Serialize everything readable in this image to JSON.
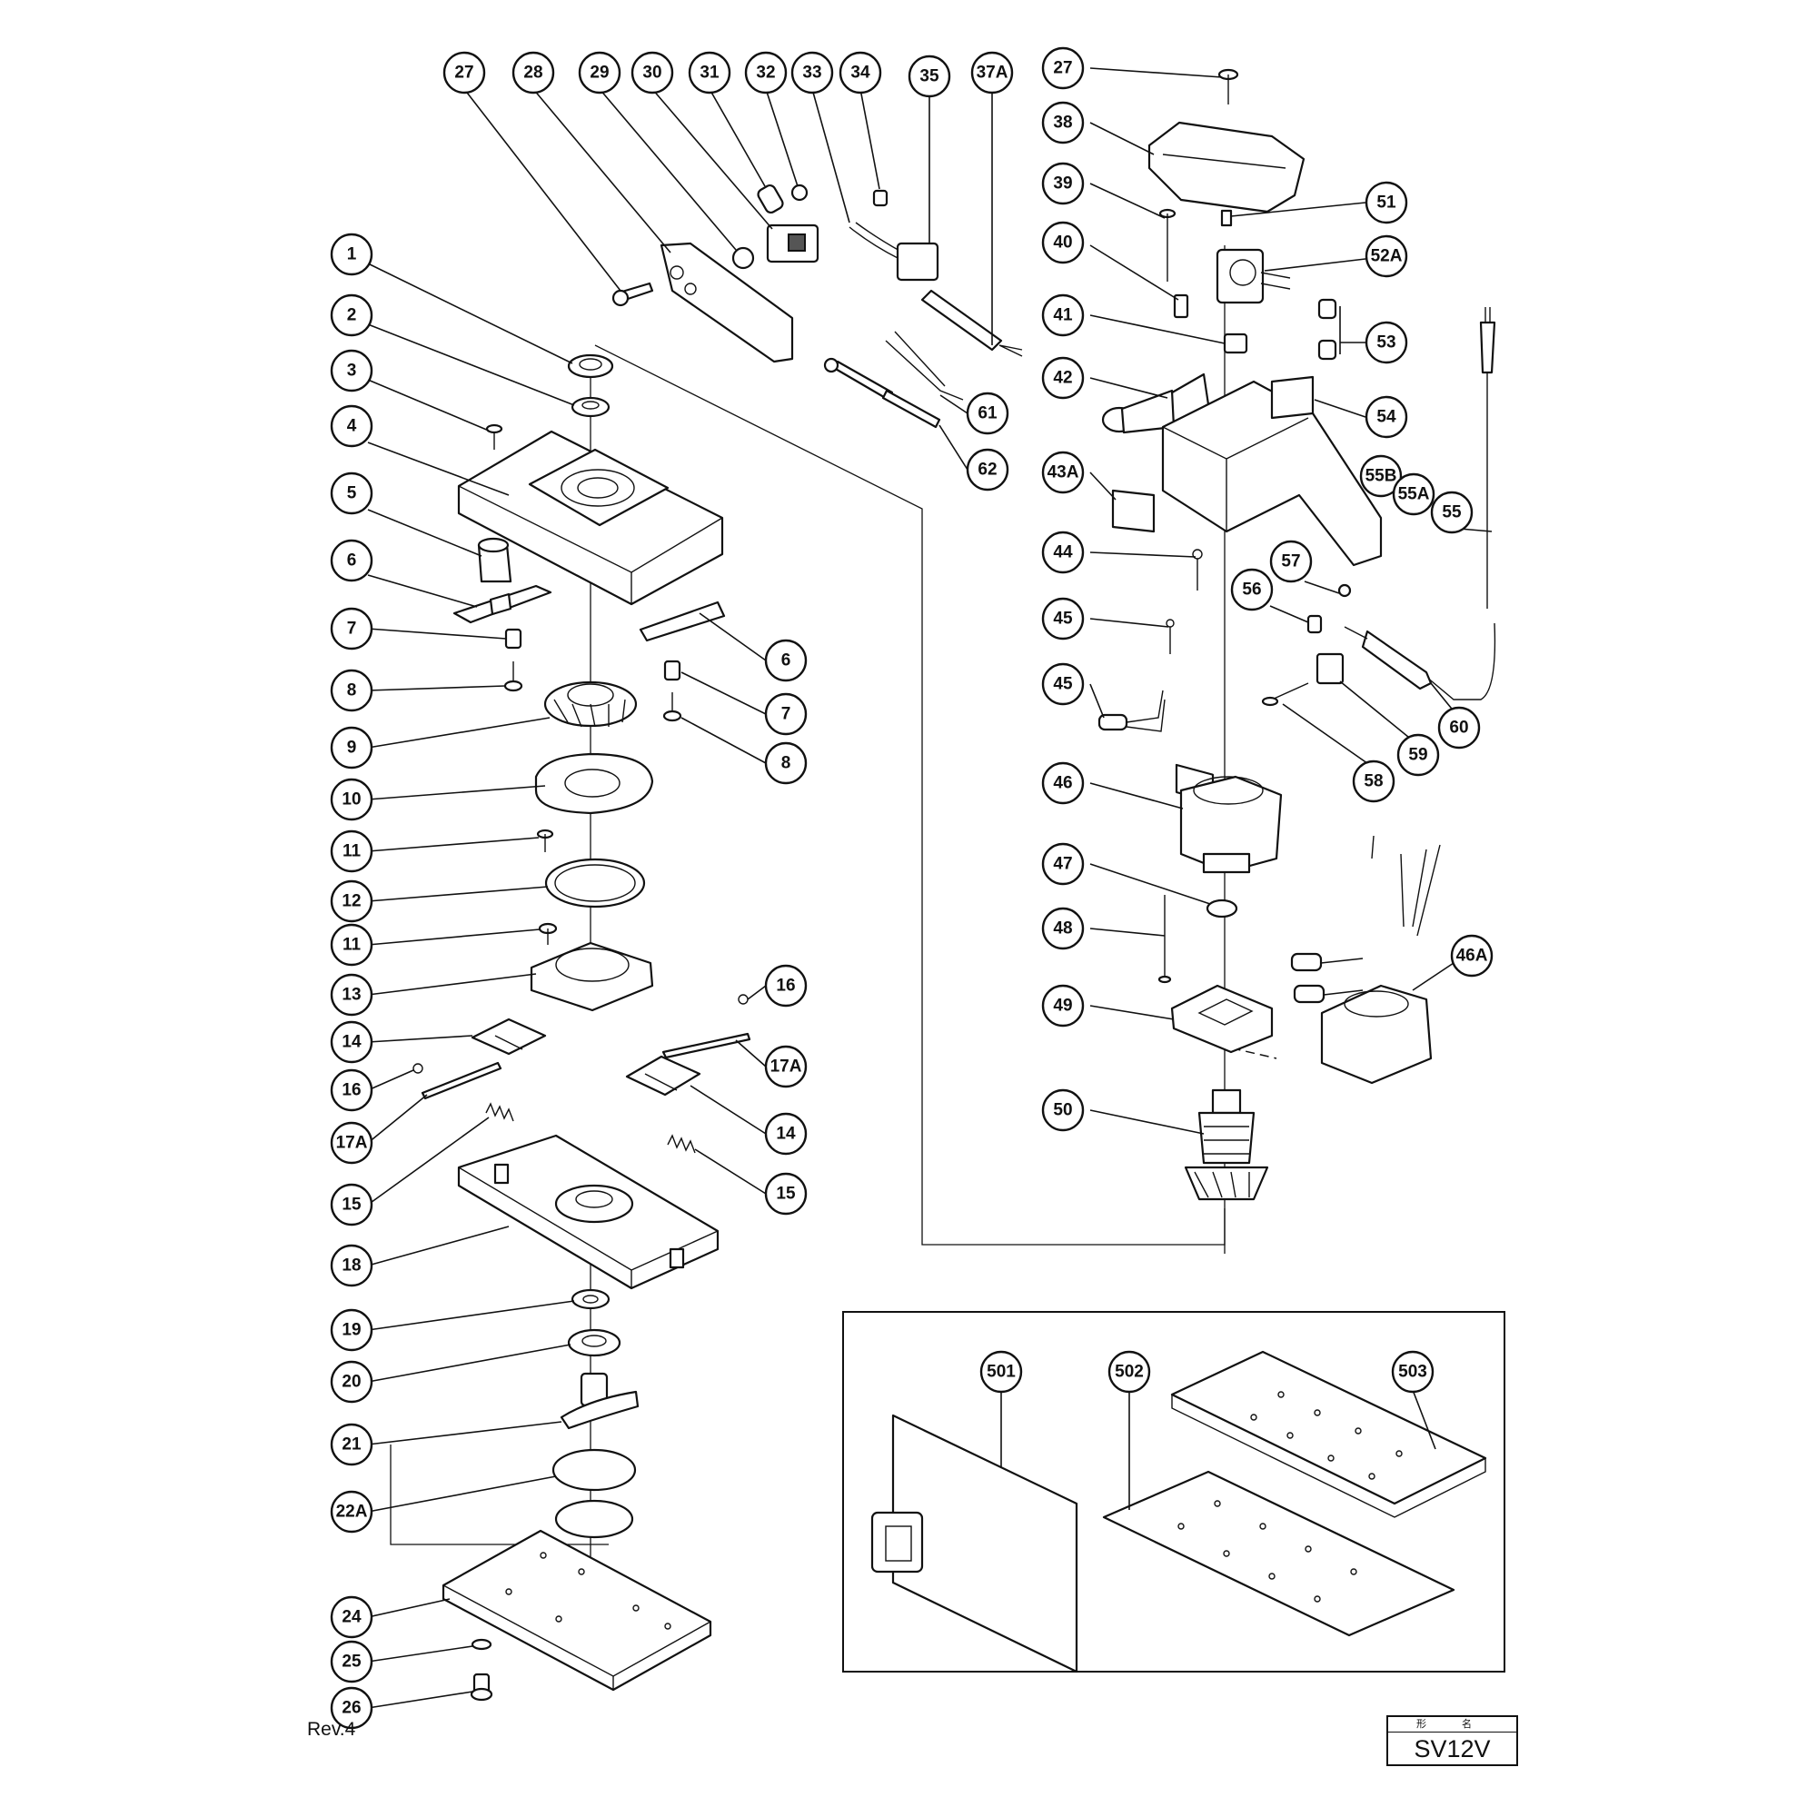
{
  "revision": "Rev.4",
  "title_block": {
    "header": "形 名",
    "model": "SV12V"
  },
  "callouts": [
    "27",
    "28",
    "29",
    "30",
    "31",
    "32",
    "33",
    "34",
    "35",
    "37A",
    "1",
    "2",
    "3",
    "4",
    "5",
    "6",
    "7",
    "8",
    "9",
    "10",
    "11",
    "12",
    "11",
    "13",
    "14",
    "16",
    "17A",
    "15",
    "18",
    "19",
    "20",
    "21",
    "22A",
    "24",
    "25",
    "26",
    "6",
    "7",
    "8",
    "16",
    "17A",
    "14",
    "15",
    "61",
    "62",
    "27",
    "38",
    "39",
    "40",
    "41",
    "42",
    "43A",
    "44",
    "45",
    "45",
    "46",
    "47",
    "48",
    "49",
    "50",
    "51",
    "52A",
    "53",
    "54",
    "55B",
    "55A",
    "55",
    "57",
    "56",
    "60",
    "59",
    "58",
    "46A",
    "501",
    "502",
    "503"
  ]
}
